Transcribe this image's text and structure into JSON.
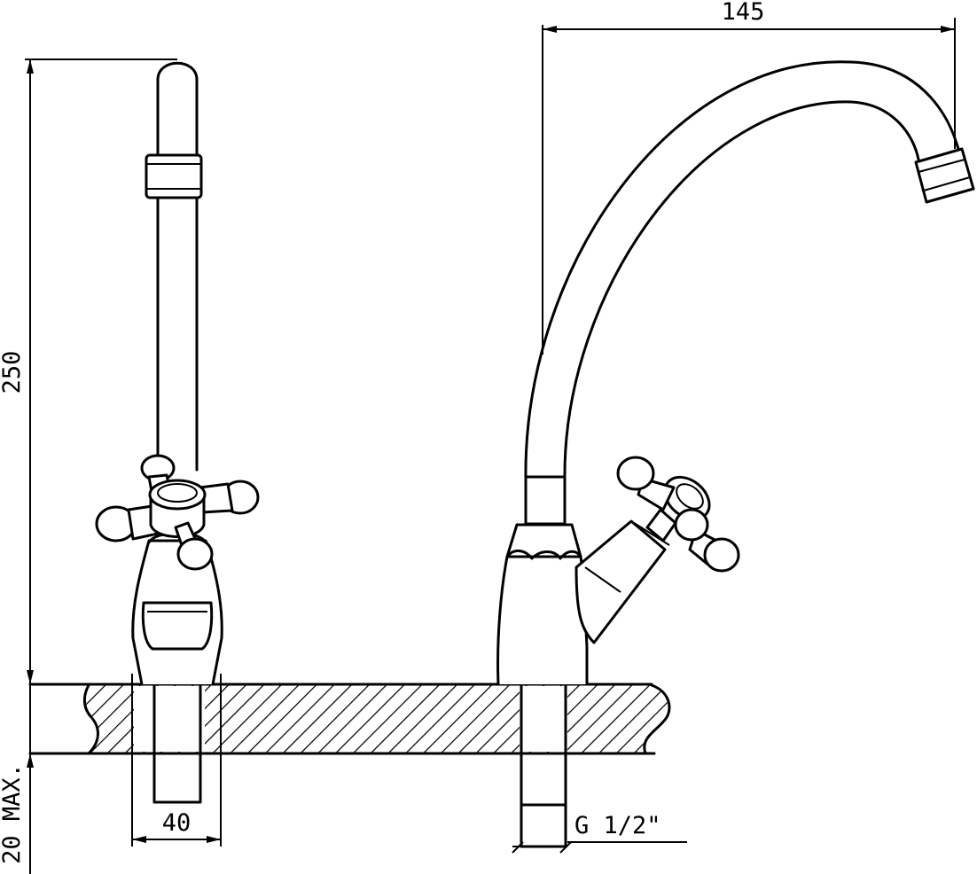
{
  "diagram": {
    "dimensions": {
      "spout_reach": "145",
      "height": "250",
      "base_diameter": "40",
      "thread": "G 1/2\"",
      "max_deck_thickness": "20 MAX."
    },
    "colors": {
      "line": "#000000",
      "background": "#ffffff"
    }
  }
}
